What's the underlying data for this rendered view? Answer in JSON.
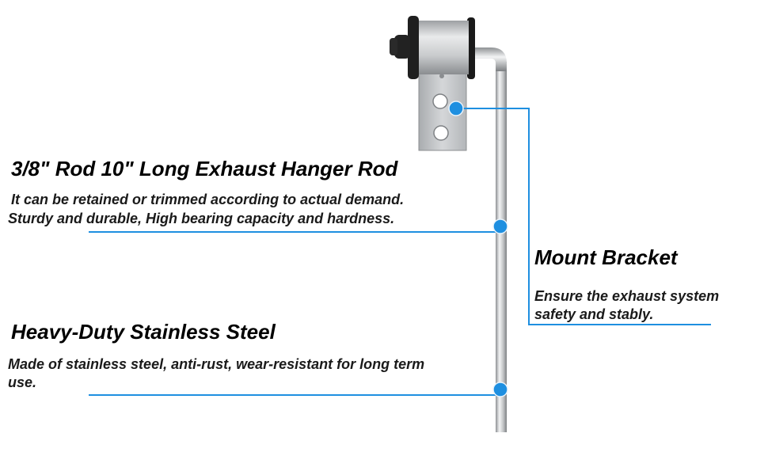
{
  "callouts": {
    "rod": {
      "title": "3/8\" Rod 10\" Long Exhaust Hanger Rod",
      "line1": "It can be retained or trimmed according to actual demand.",
      "line2": "Sturdy and durable, High bearing capacity and hardness."
    },
    "steel": {
      "title": "Heavy-Duty Stainless Steel",
      "line1": "Made of stainless steel, anti-rust, wear-resistant for long term",
      "line2": "use."
    },
    "bracket": {
      "title": "Mount Bracket",
      "line1": "Ensure the exhaust system",
      "line2": "safety and stably."
    }
  },
  "colors": {
    "accent": "#1e8fe0",
    "steel": "#c4c6c8",
    "rubber": "#1a1a1a"
  },
  "icons": {
    "marker": "blue-dot-marker"
  }
}
